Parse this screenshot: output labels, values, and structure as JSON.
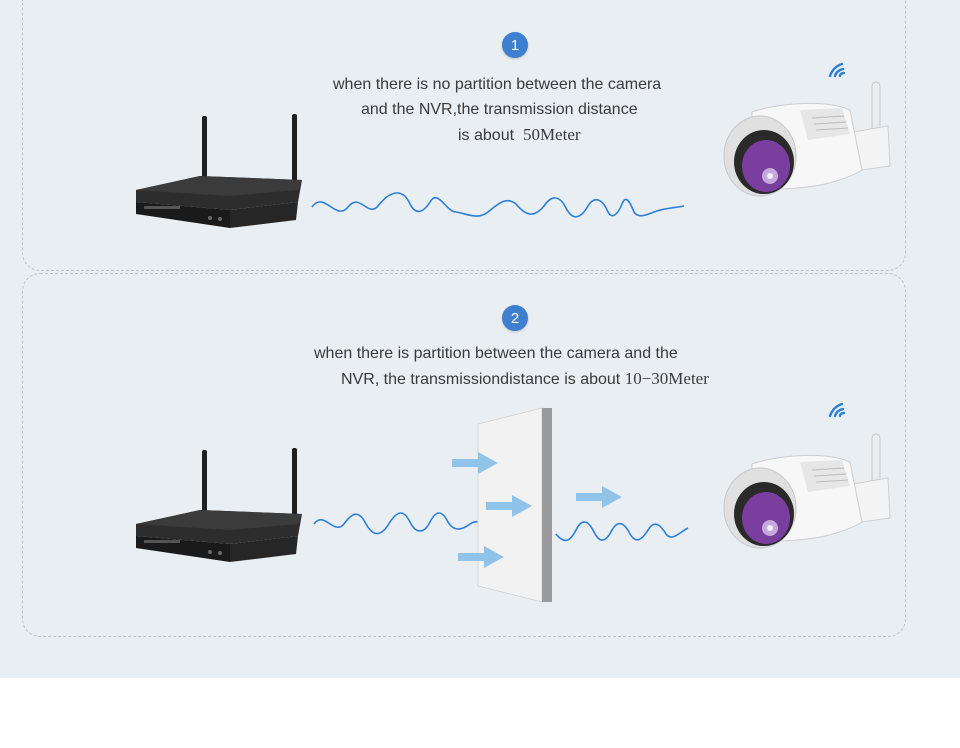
{
  "scene1": {
    "step": "1",
    "caption": {
      "line1": "when there is no partition between the camera",
      "line2": "and the NVR,the transmission distance",
      "line3_text": "is about",
      "line3_distance": "50Meter"
    }
  },
  "scene2": {
    "step": "2",
    "caption": {
      "line1": "when there is partition between the camera and the",
      "line2_text": "NVR, the transmissiondistance is about",
      "line2_distance": "10−30Meter"
    }
  },
  "colors": {
    "background": "#e9eef3",
    "badge": "#3f7fd0",
    "wave": "#2d7fd6",
    "arrow": "#8fc3ea",
    "wall": "#f2f2f2",
    "wall_edge": "#9a9a9a"
  },
  "icons": [
    "nvr-recorder-icon",
    "bullet-camera-icon",
    "wifi-signal-icon",
    "signal-wave-icon",
    "partition-wall-icon",
    "signal-arrow-icon"
  ]
}
